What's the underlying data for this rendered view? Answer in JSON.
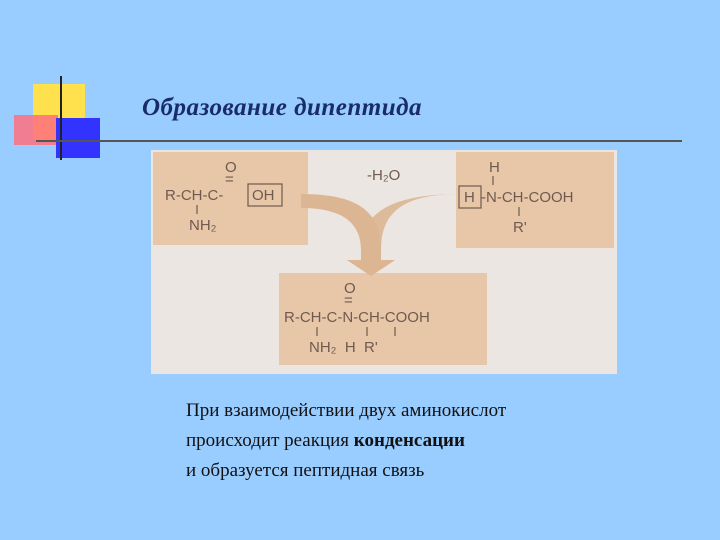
{
  "slide": {
    "title": "Образование  дипептида",
    "figure": {
      "reactant1": {
        "top_atom": "O",
        "double_bond": "=",
        "main": "R-CH-C-",
        "boxed": "OH",
        "substituent": "NH₂"
      },
      "water": "-H₂O",
      "reactant2": {
        "top_atom": "H",
        "boxed": "H",
        "main": "-N-CH-COOH",
        "substituent": "R'"
      },
      "product": {
        "top_atom": "O",
        "double_bond": "=",
        "main": "R-CH-C-N-CH-COOH",
        "substituents": "NH₂  H  R'"
      }
    },
    "text": {
      "line1": "При взаимодействии двух аминокислот",
      "line2_prefix": "происходит реакция ",
      "line2_bold": "конденсации",
      "line3": "и образуется  пептидная связь"
    }
  }
}
